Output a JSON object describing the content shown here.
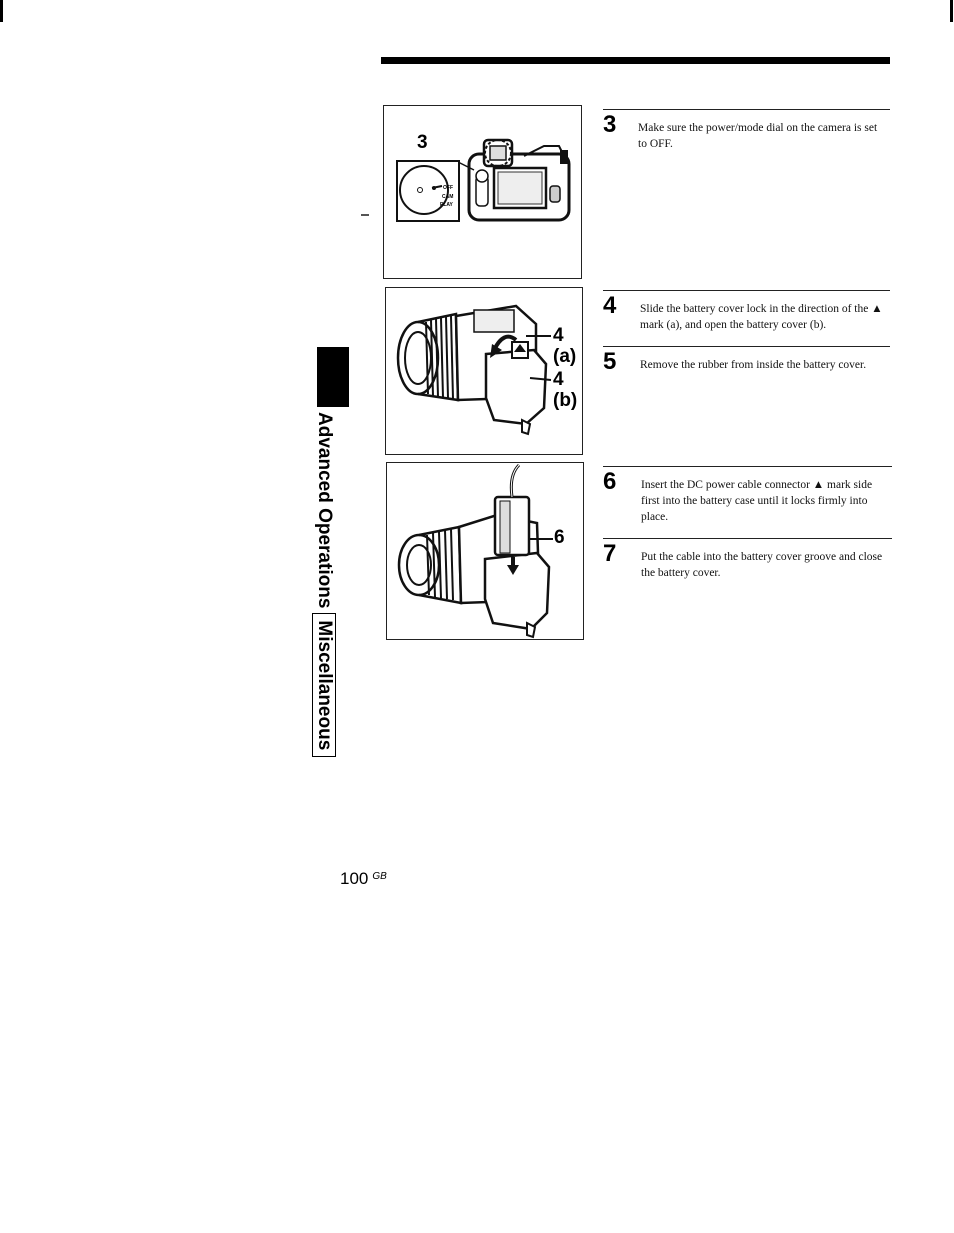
{
  "figures": {
    "fig1": {
      "labels": [
        "3"
      ],
      "dial_labels": [
        "OFF",
        "CAM",
        "PLAY"
      ]
    },
    "fig2": {
      "labels": [
        "4",
        "(a)",
        "4",
        "(b)"
      ]
    },
    "fig3": {
      "labels": [
        "6"
      ]
    }
  },
  "steps": [
    {
      "number": "3",
      "text": "Make sure the power/mode dial on the camera is set to OFF."
    },
    {
      "number": "4",
      "text": "Slide the battery cover lock in the direction of the ▲ mark (a), and open the battery cover (b)."
    },
    {
      "number": "5",
      "text": "Remove the rubber from inside the battery cover."
    },
    {
      "number": "6",
      "text": "Insert the DC power cable connector ▲ mark side first into the battery case until it locks firmly into place."
    },
    {
      "number": "7",
      "text": "Put the cable into the battery cover groove and close the battery cover."
    }
  ],
  "side_tab": {
    "section": "Advanced Operations",
    "subsection": "Miscellaneous"
  },
  "footer": {
    "page_number": "100",
    "suffix": "GB"
  }
}
